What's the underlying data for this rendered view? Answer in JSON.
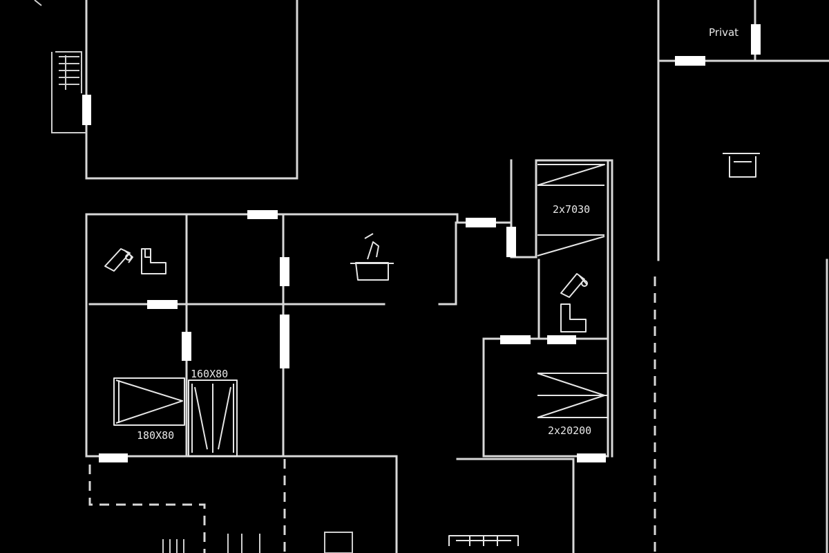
{
  "drawing": {
    "background": "#000000",
    "line_color": "#d8d8d8",
    "door_color": "#ffffff"
  },
  "labels": {
    "top_right_room": "Privat",
    "bed_upper": "2x7030",
    "bed_lower": "2x20200",
    "bath_tub": "180X80",
    "wardrobe": "160X80"
  },
  "icons": [
    "stairs-icon",
    "shower-icon",
    "toilet-icon",
    "sink-icon",
    "bathtub-icon",
    "wardrobe-icon",
    "sofa-icon",
    "desk-icon",
    "chair-icon"
  ]
}
